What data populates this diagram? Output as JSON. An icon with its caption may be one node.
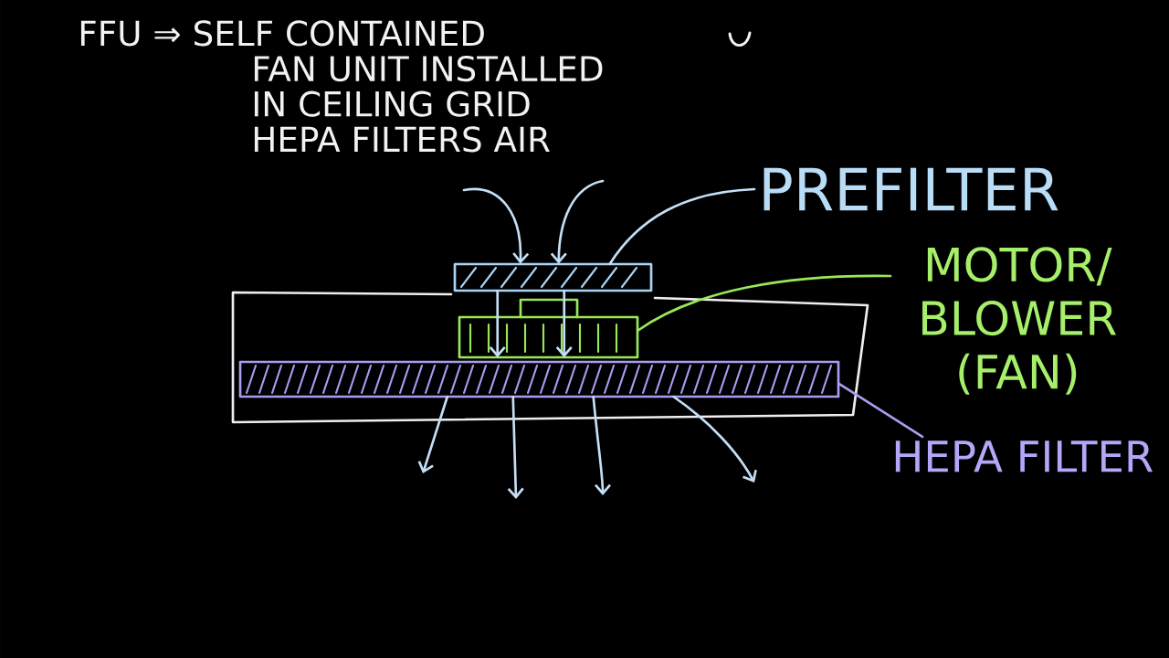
{
  "diagram": {
    "nodes": [
      {
        "text": [
          "PREFILTER"
        ]
      },
      {
        "text": [],
        "shape": "bar"
      },
      {
        "text": [
          "MOTOR/ BLOWER (FAN)"
        ]
      },
      {
        "text": [],
        "shape": "box"
      },
      {
        "text": [],
        "shape": "box",
        "in": 3
      },
      {
        "text": [],
        "shape": "bar",
        "in": 3
      },
      {
        "text": [
          "HEPA FILTER"
        ]
      }
    ],
    "edges": [
      {
        "from": 0,
        "to": 1,
        "arrow": "none"
      },
      {
        "from": 2,
        "to": 4,
        "arrow": "none",
        "color": "#98e85a"
      },
      {
        "from": 6,
        "to": 5,
        "arrow": "none",
        "color": "#a99cf2"
      },
      {
        "from": null,
        "to": 1,
        "arrow": "to"
      },
      {
        "from": null,
        "to": 1,
        "arrow": "to"
      },
      {
        "from": 1,
        "to": 4,
        "arrow": "to"
      },
      {
        "from": 1,
        "to": 4,
        "arrow": "to"
      },
      {
        "from": 5,
        "to": null,
        "arrow": "to"
      },
      {
        "from": 5,
        "to": null,
        "arrow": "to"
      },
      {
        "from": 5,
        "to": null,
        "arrow": "to"
      },
      {
        "from": 5,
        "to": null,
        "arrow": "to"
      }
    ],
    "labels": [
      "FFU ⇒ SELF CONTAINED FAN UNIT INSTALLED IN CEILING GRID HEPA FILTERS AIR"
    ]
  }
}
